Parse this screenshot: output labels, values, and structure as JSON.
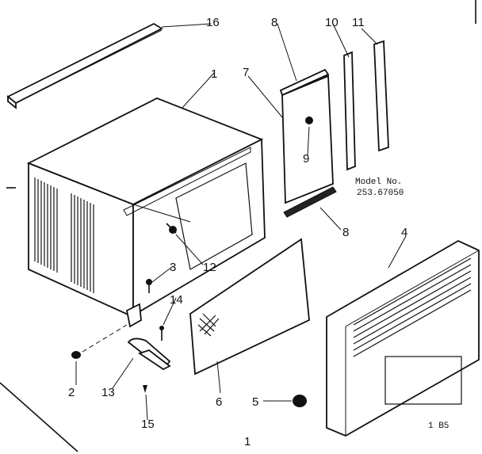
{
  "labels": {
    "p1": "1",
    "p2": "2",
    "p3": "3",
    "p4": "4",
    "p5": "5",
    "p6": "6",
    "p7": "7",
    "p8_top": "8",
    "p8_bottom": "8",
    "p9": "9",
    "p10": "10",
    "p11": "11",
    "p12": "12",
    "p13": "13",
    "p14": "14",
    "p15": "15",
    "p16": "16",
    "bottom_mark": "1"
  },
  "model": {
    "line1": "Model No.",
    "line2": "253.67050"
  },
  "corner_code": "1 B5"
}
